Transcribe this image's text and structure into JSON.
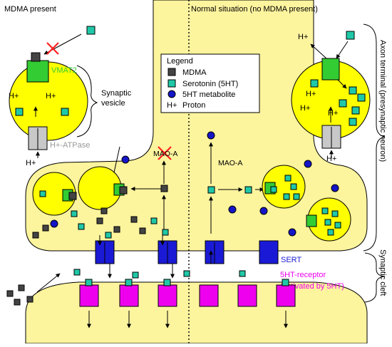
{
  "headings": {
    "left": "MDMA present",
    "right": "Normal situation (no MDMA present)"
  },
  "side_labels": {
    "axon_terminal": "Axon terminal (presynaptic neuron)",
    "synaptic_cleft": "Synaptic cleft"
  },
  "labels": {
    "vmat2": "VMAT2",
    "synaptic_vesicle_line1": "Synaptic",
    "synaptic_vesicle_line2": "vesicle",
    "h_atpase": "H+-ATPase",
    "mao_a_blocked": "MAO-A",
    "mao_a": "MAO-A",
    "sert": "SERT",
    "receptor_line1": "5HT-receptor",
    "receptor_line2": "(activated by 5HT)",
    "h_plus": "H+"
  },
  "legend": {
    "title": "Legend",
    "items": [
      {
        "label": "MDMA",
        "symbol": "dark-square"
      },
      {
        "label": "Serotonin (5HT)",
        "symbol": "teal-square"
      },
      {
        "label": "5HT metabolite",
        "symbol": "blue-circle"
      },
      {
        "label": "Proton",
        "symbol": "H+"
      }
    ]
  },
  "colors": {
    "cytoplasm": "#fdf49e",
    "vesicle": "#ffff00",
    "vmat2": "#33cc33",
    "atpase": "#c8c8c8",
    "serotonin": "#1fc9a8",
    "mdma": "#444444",
    "metabolite": "#1515c8",
    "sert": "#1a1ad6",
    "receptor": "#ee00ee",
    "block_x": "#ff2020",
    "vmat2_text": "#33cc33",
    "atpase_text": "#999999",
    "sert_text": "#1a1ad6",
    "receptor_text": "#ee00ee"
  }
}
